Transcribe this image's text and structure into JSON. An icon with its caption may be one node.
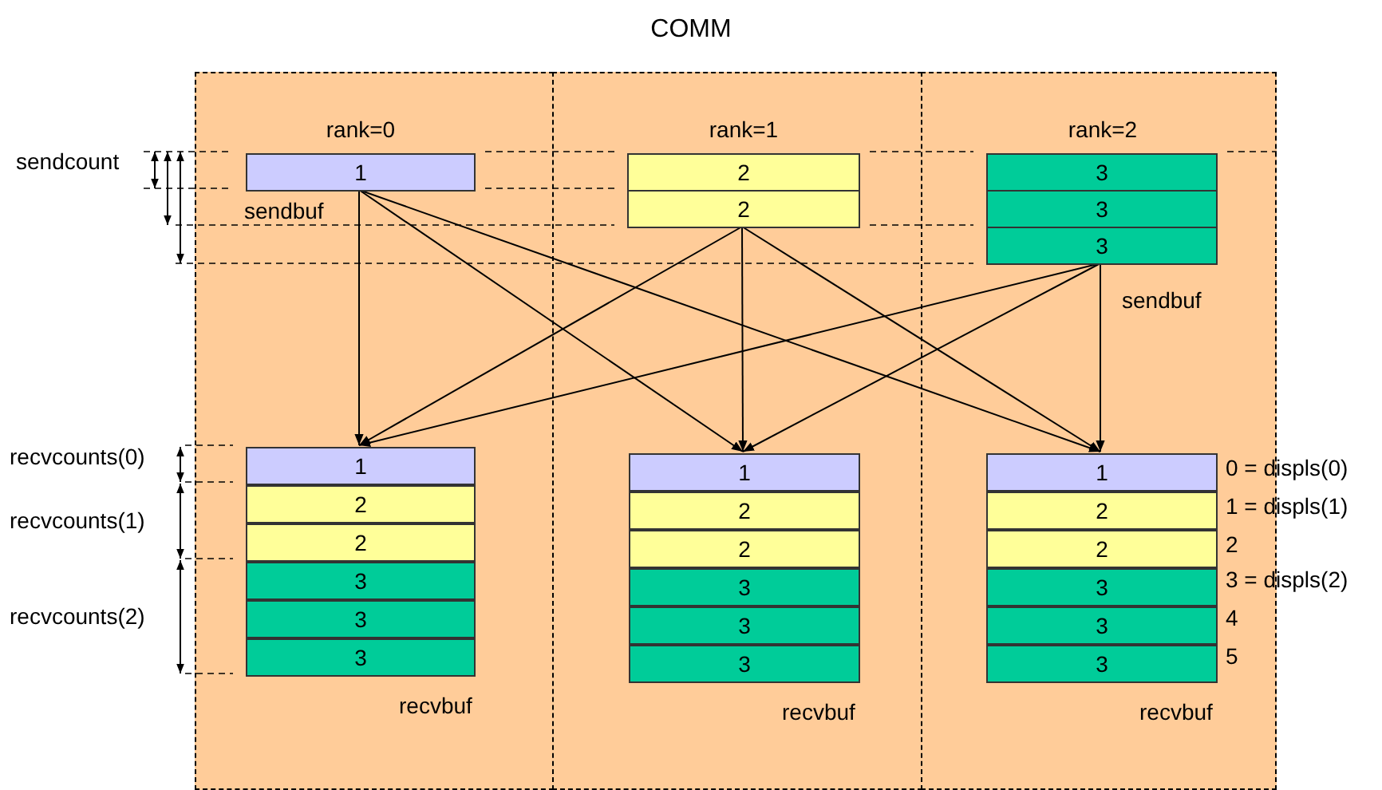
{
  "diagram": {
    "title": "COMM",
    "nodes": [
      {
        "text": [
          "rank=0"
        ]
      },
      {
        "text": [
          "rank=1"
        ]
      },
      {
        "text": [
          "rank=2"
        ]
      },
      {
        "text": [
          "1"
        ],
        "in": 0
      },
      {
        "text": [
          "2"
        ],
        "in": 1
      },
      {
        "text": [
          "2"
        ],
        "in": 1
      },
      {
        "text": [
          "3"
        ],
        "in": 2
      },
      {
        "text": [
          "3"
        ],
        "in": 2
      },
      {
        "text": [
          "3"
        ],
        "in": 2
      },
      {
        "text": [
          "1"
        ],
        "in": 0
      },
      {
        "text": [
          "2"
        ],
        "in": 0
      },
      {
        "text": [
          "2"
        ],
        "in": 0
      },
      {
        "text": [
          "3"
        ],
        "in": 0
      },
      {
        "text": [
          "3"
        ],
        "in": 0
      },
      {
        "text": [
          "3"
        ],
        "in": 0
      },
      {
        "text": [
          "1"
        ],
        "in": 1
      },
      {
        "text": [
          "2"
        ],
        "in": 1
      },
      {
        "text": [
          "2"
        ],
        "in": 1
      },
      {
        "text": [
          "3"
        ],
        "in": 1
      },
      {
        "text": [
          "3"
        ],
        "in": 1
      },
      {
        "text": [
          "3"
        ],
        "in": 1
      },
      {
        "text": [
          "1"
        ],
        "in": 2
      },
      {
        "text": [
          "2"
        ],
        "in": 2
      },
      {
        "text": [
          "2"
        ],
        "in": 2
      },
      {
        "text": [
          "3"
        ],
        "in": 2
      },
      {
        "text": [
          "3"
        ],
        "in": 2
      },
      {
        "text": [
          "3"
        ],
        "in": 2
      }
    ],
    "edges": [
      {
        "from": 3,
        "to": 9,
        "arrow": "to"
      },
      {
        "from": 3,
        "to": 15,
        "arrow": "to"
      },
      {
        "from": 3,
        "to": 21,
        "arrow": "to"
      },
      {
        "from": 5,
        "to": 9,
        "arrow": "to"
      },
      {
        "from": 5,
        "to": 15,
        "arrow": "to"
      },
      {
        "from": 5,
        "to": 21,
        "arrow": "to"
      },
      {
        "from": 8,
        "to": 9,
        "arrow": "to"
      },
      {
        "from": 8,
        "to": 15,
        "arrow": "to"
      },
      {
        "from": 8,
        "to": 21,
        "arrow": "to"
      }
    ],
    "labels": [
      "sendcount",
      "sendbuf",
      "sendbuf",
      "recvcounts(0)",
      "0 = displs(0)",
      "recvcounts(1)",
      "1 = displs(1)",
      "2",
      "recvcounts(2)",
      "3 = displs(2)",
      "4",
      "5",
      "recvbuf",
      "recvbuf",
      "recvbuf"
    ]
  }
}
